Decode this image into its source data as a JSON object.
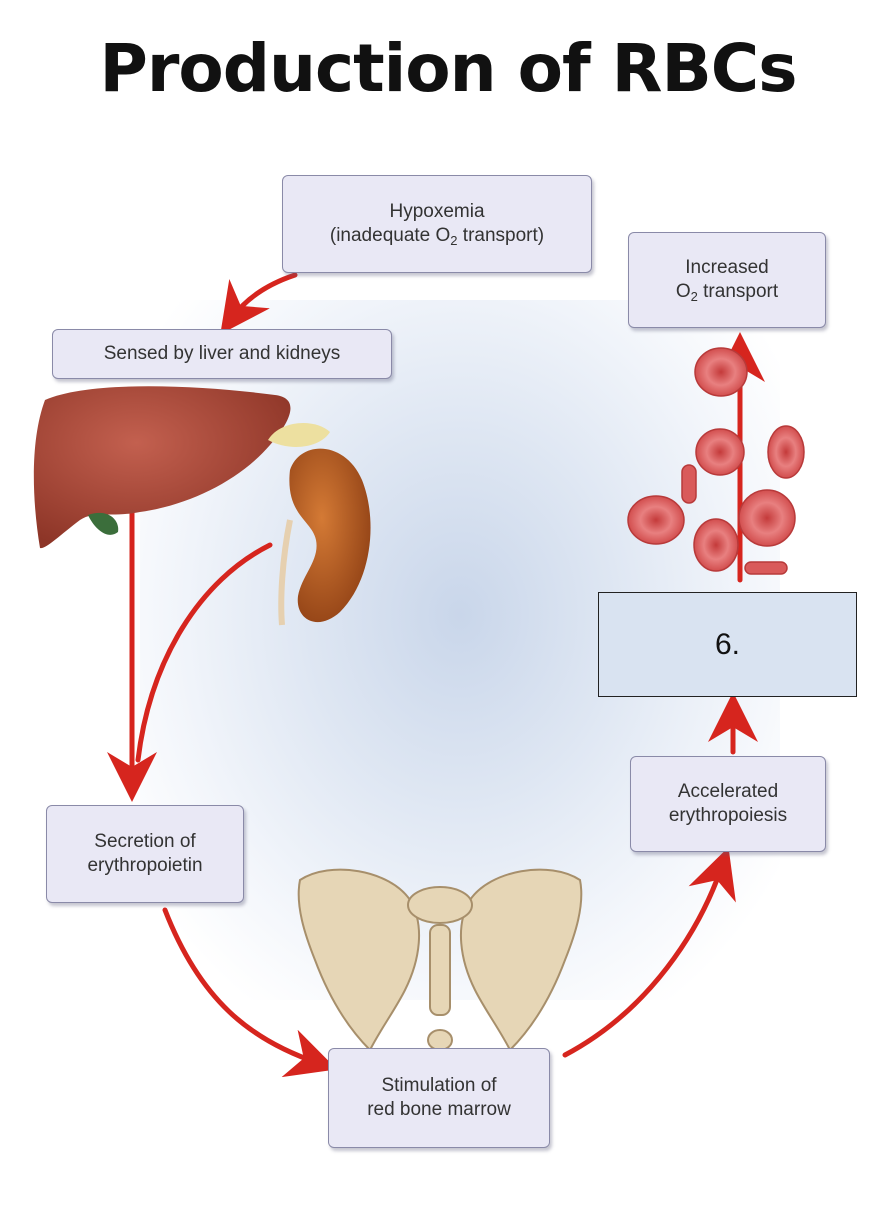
{
  "title": "Production of RBCs",
  "steps": {
    "hypoxemia": {
      "line1": "Hypoxemia",
      "line2_pre": "(inadequate O",
      "line2_sub": "2",
      "line2_post": " transport)"
    },
    "sensed": {
      "label": "Sensed by liver and kidneys"
    },
    "secretion": {
      "line1": "Secretion of",
      "line2": "erythropoietin"
    },
    "stimulation": {
      "line1": "Stimulation of",
      "line2": "red bone marrow"
    },
    "accelerated": {
      "line1": "Accelerated",
      "line2": "erythropoiesis"
    },
    "increased": {
      "line1": "Increased",
      "line2_pre": "O",
      "line2_sub": "2",
      "line2_post": " transport"
    }
  },
  "answer_box": {
    "label": "6."
  },
  "colors": {
    "arrow": "#d6251e",
    "box_fill": "#e9e8f5",
    "box_border": "#8a8aa8",
    "answer_fill": "#d9e3f1",
    "liver": "#a8483a",
    "kidney": "#b4561f",
    "bone": "#e6d6b6",
    "rbc": "#e06565"
  },
  "icons": [
    "liver-illustration",
    "kidney-illustration",
    "pelvis-illustration",
    "red-blood-cells-illustration"
  ]
}
